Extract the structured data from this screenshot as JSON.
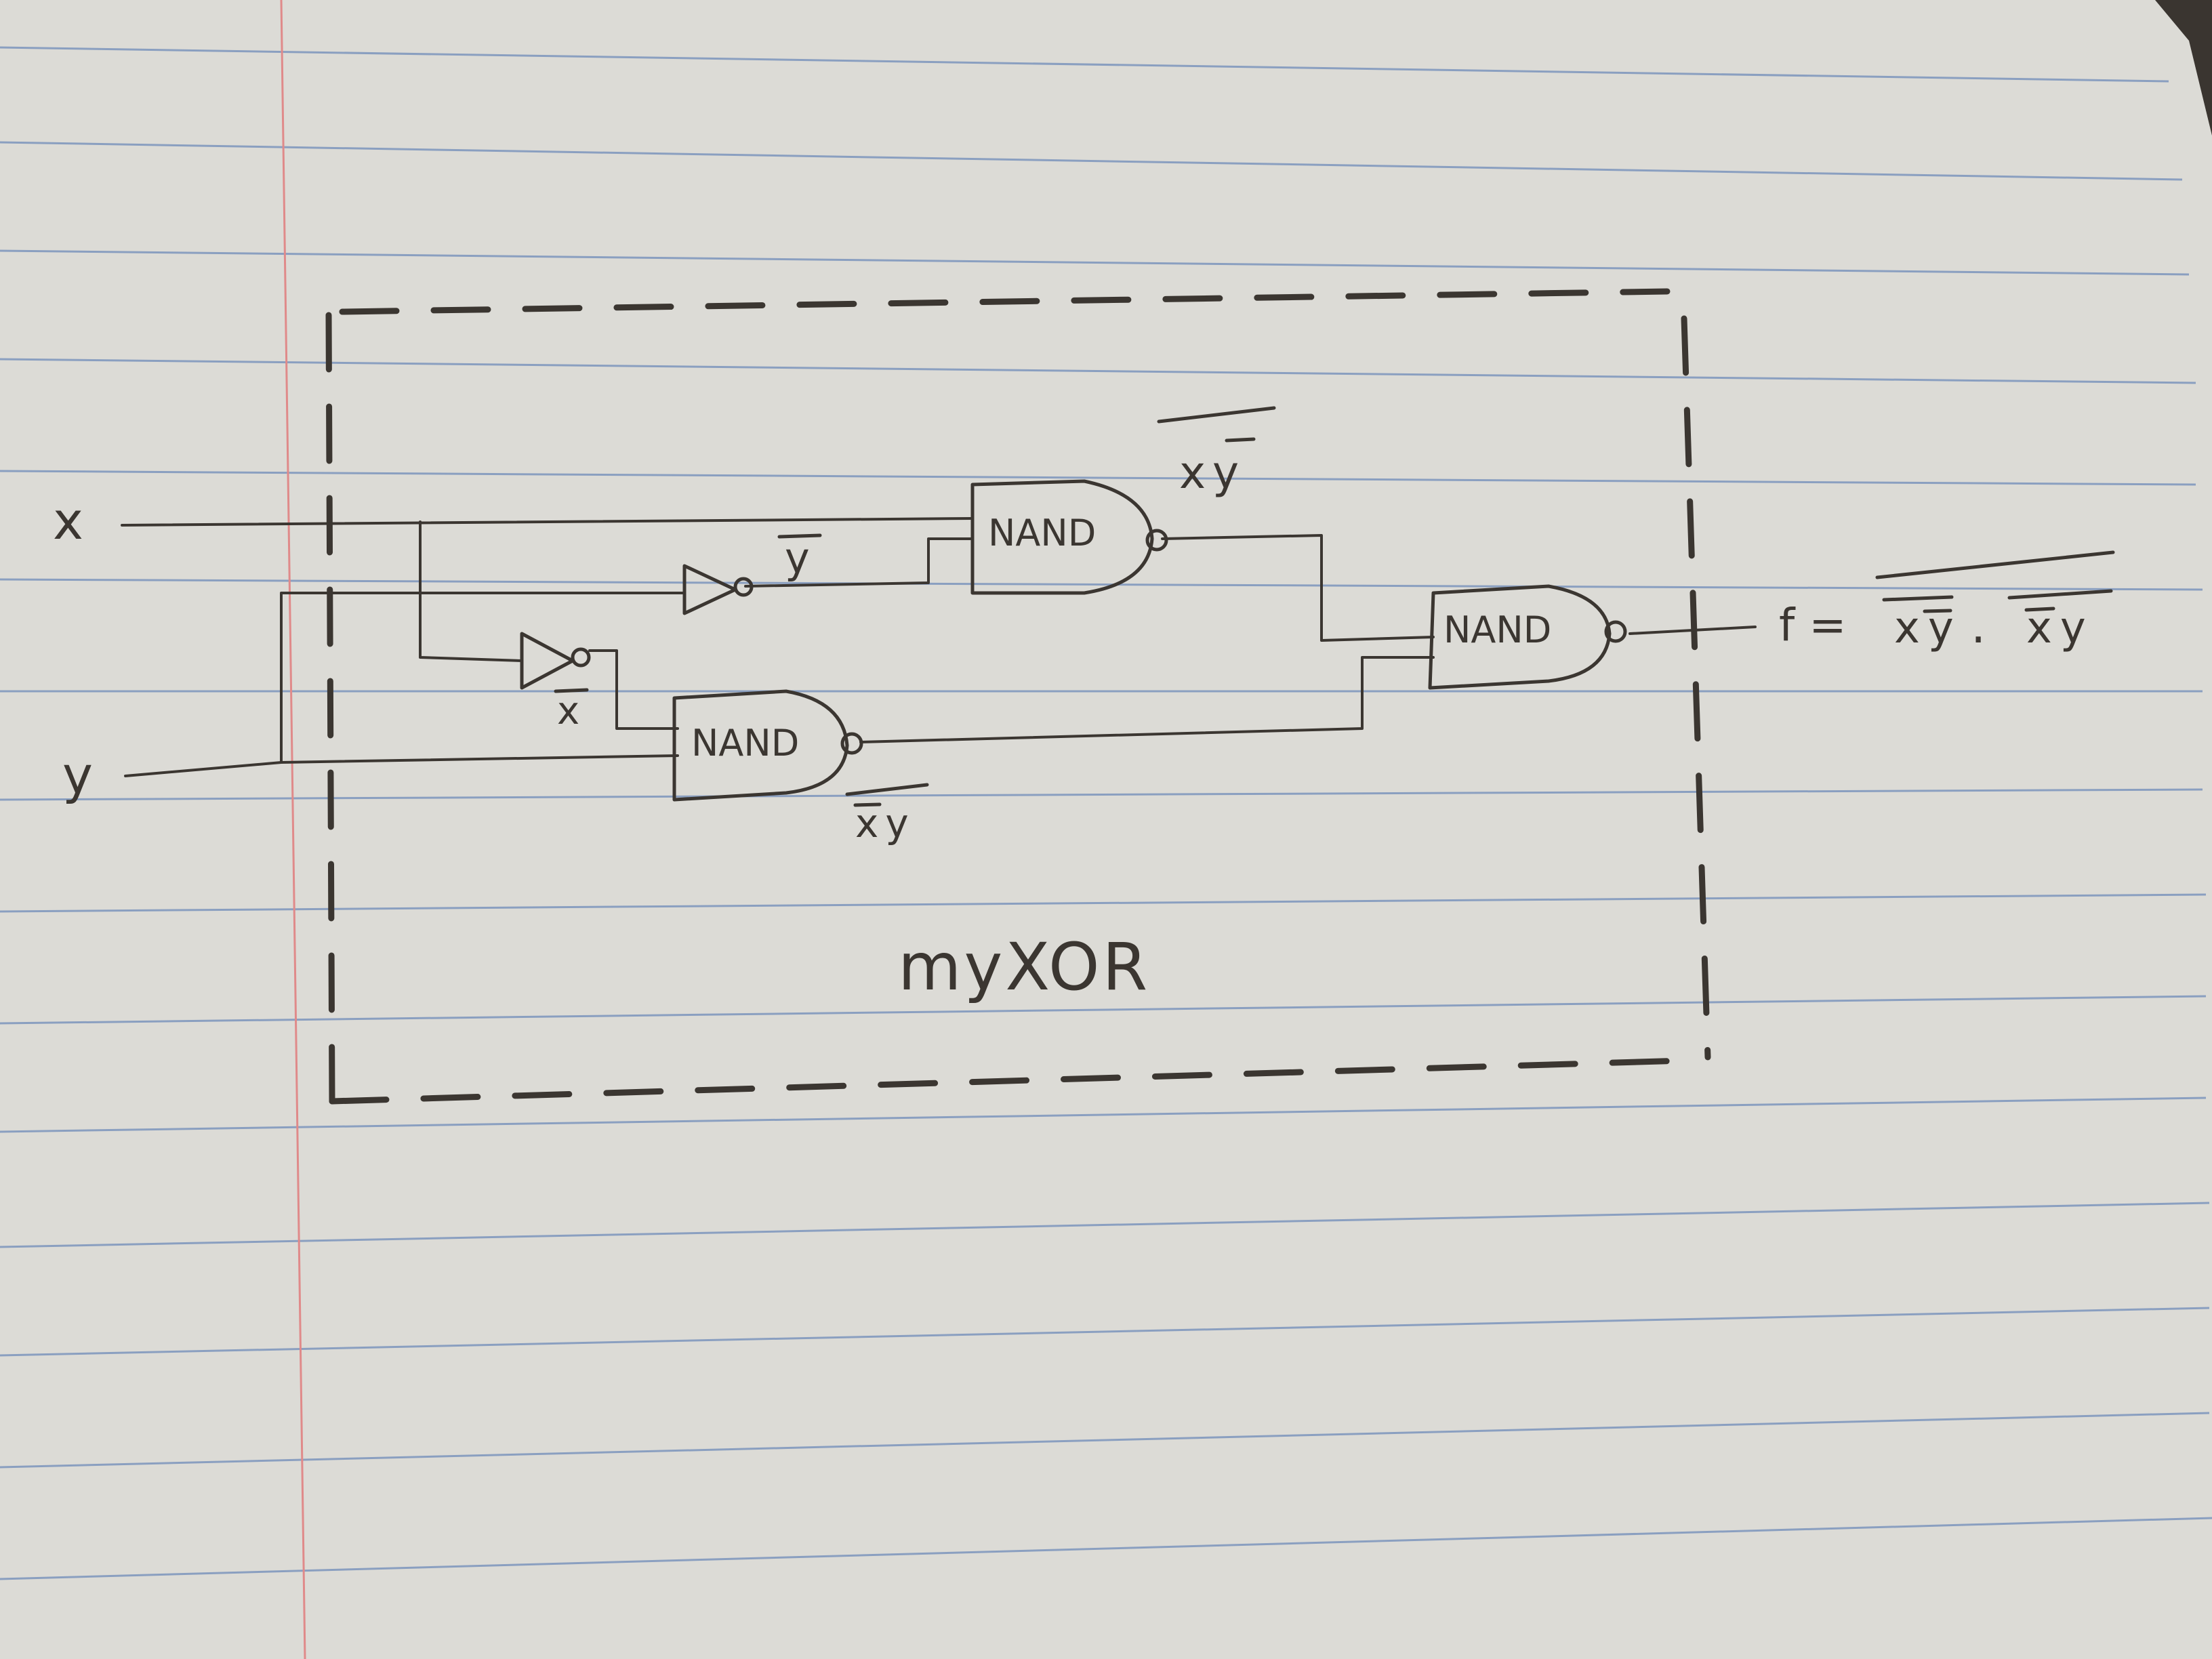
{
  "diagram": {
    "inputs": {
      "x": "x",
      "y": "y"
    },
    "inverters": {
      "not_y_label": "y",
      "not_x_label": "x"
    },
    "gates": {
      "gate1_label": "NAND",
      "gate2_label": "NAND",
      "gate3_label": "NAND"
    },
    "gate_outputs": {
      "gate1_out": "xy",
      "gate2_out": "xy"
    },
    "output": {
      "f_lhs": "f =",
      "term1": "xy",
      "dot": ".",
      "term2": "xy"
    },
    "module_name": "myXOR"
  }
}
